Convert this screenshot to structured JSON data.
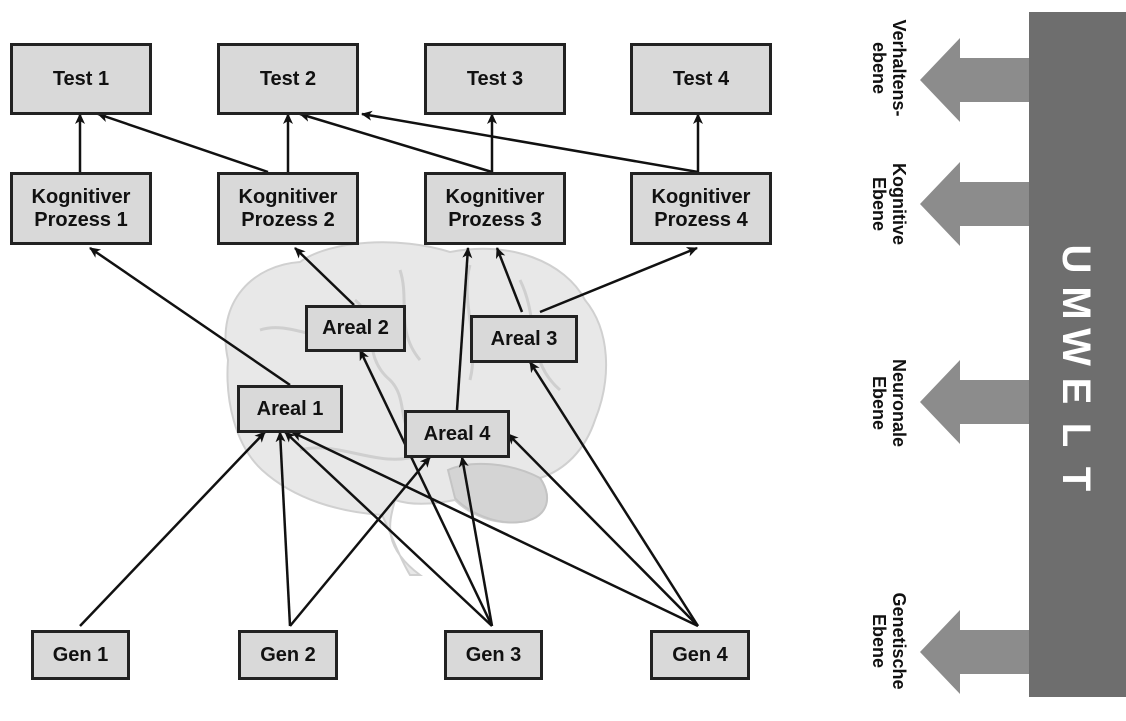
{
  "tests": [
    {
      "label": "Test 1"
    },
    {
      "label": "Test 2"
    },
    {
      "label": "Test 3"
    },
    {
      "label": "Test 4"
    }
  ],
  "processes": [
    {
      "label": "Kognitiver\nProzess 1"
    },
    {
      "label": "Kognitiver\nProzess 2"
    },
    {
      "label": "Kognitiver\nProzess 3"
    },
    {
      "label": "Kognitiver\nProzess 4"
    }
  ],
  "areas": [
    {
      "label": "Areal 1"
    },
    {
      "label": "Areal 2"
    },
    {
      "label": "Areal 3"
    },
    {
      "label": "Areal 4"
    }
  ],
  "genes": [
    {
      "label": "Gen 1"
    },
    {
      "label": "Gen 2"
    },
    {
      "label": "Gen 3"
    },
    {
      "label": "Gen 4"
    }
  ],
  "levels": [
    {
      "label": "Verhaltens-\nebene"
    },
    {
      "label": "Kognitive\nEbene"
    },
    {
      "label": "Neuronale\nEbene"
    },
    {
      "label": "Genetische\nEbene"
    }
  ],
  "environment": {
    "label": "U M W E L T",
    "letters": [
      "U",
      "M",
      "W",
      "E",
      "L",
      "T"
    ]
  },
  "colors": {
    "box_fill": "#d9d9d9",
    "box_border": "#222222",
    "arrow": "#111111",
    "level_arrow": "#8c8c8c",
    "environment_bar": "#6e6e6e",
    "brain": "#e8e8e8"
  }
}
